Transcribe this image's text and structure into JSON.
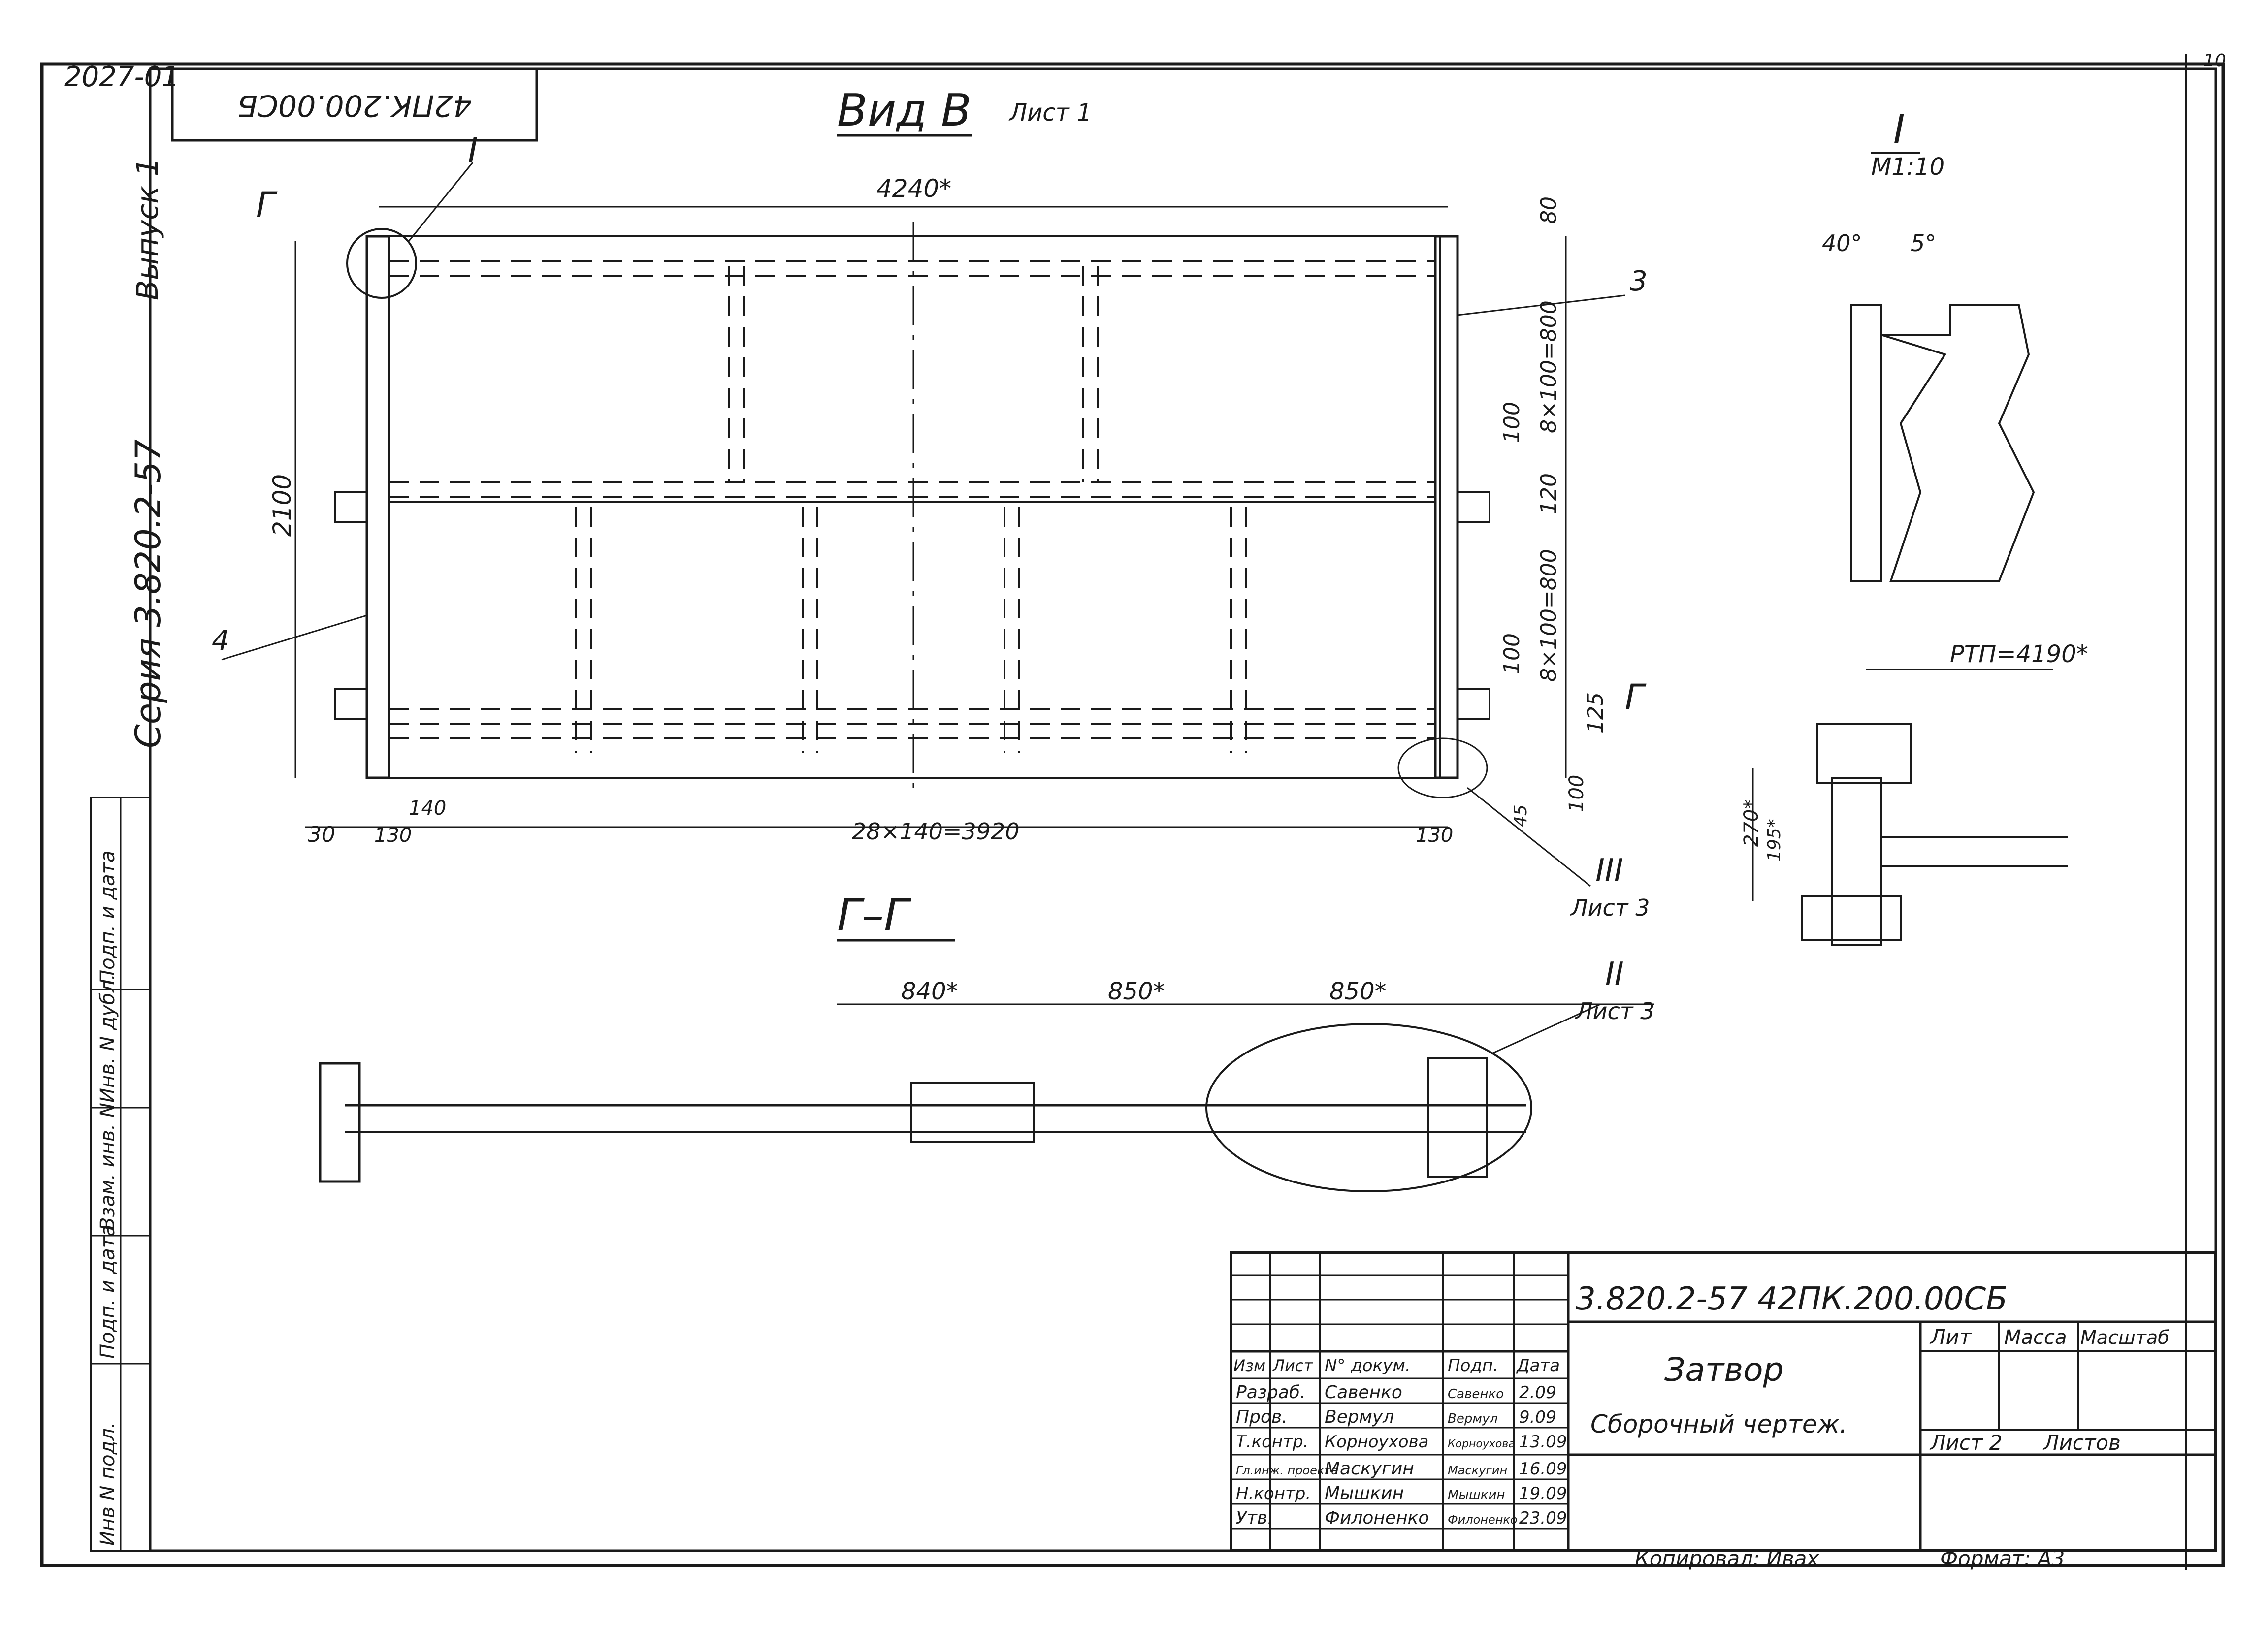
{
  "sheet": {
    "corner_code": "2027-01",
    "top_right_number": "10",
    "stamp_code_rotated": "42ПК.200.00СБ",
    "series": "Серия 3.820.2-57",
    "issue": "Выпуск 1"
  },
  "side_strip": {
    "cells": [
      "Инв N подл.",
      "Подп. и дата",
      "Взам. инв. N",
      "Инв. N дубл.",
      "Подп. и дата"
    ]
  },
  "view_b": {
    "title": "Вид В",
    "sheet_ref": "Лист 1",
    "dims": {
      "overall_width": "4240*",
      "overall_height": "2100",
      "top_gap": "80",
      "upper_pitch": "8×100=800",
      "upper_small": "100",
      "mid_gap": "120",
      "lower_small": "100",
      "lower_pitch": "8×100=800",
      "bottom_gap": "125",
      "bottom_edge": "100",
      "bottom_45": "45",
      "left_30": "30",
      "left_130": "130",
      "left_140": "140",
      "bottom_pitch": "28×140=3920",
      "right_130": "130"
    },
    "callouts": {
      "detail_i": "I",
      "section_mark": "Г",
      "item_3": "3",
      "item_4": "4",
      "detail_iii": "III",
      "detail_iii_sheet": "Лист 3"
    }
  },
  "section_gg": {
    "title": "Г–Г",
    "dims": [
      "840*",
      "850*",
      "850*"
    ],
    "callout_ii": "II",
    "callout_ii_sheet": "Лист 3"
  },
  "detail_i": {
    "title": "I",
    "scale": "М1:10",
    "angle_1": "40°",
    "angle_2": "5°"
  },
  "detail_section": {
    "label": "РТП=4190*",
    "dim_1": "270*",
    "dim_2": "195*"
  },
  "title_block": {
    "doc_code": "3.820.2-57   42ПК.200.00СБ",
    "name": "Затвор",
    "subtitle": "Сборочный чертеж.",
    "header_row": [
      "Изм",
      "Лист",
      "N° докум.",
      "Подп.",
      "Дата"
    ],
    "rows": [
      {
        "role": "Разраб.",
        "name": "Савенко",
        "sign": "Савенко",
        "date": "2.09"
      },
      {
        "role": "Пров.",
        "name": "Вермул",
        "sign": "Вермул",
        "date": "9.09"
      },
      {
        "role": "Т.контр.",
        "name": "Корноухова",
        "sign": "Корноухова",
        "date": "13.09"
      },
      {
        "role": "Гл.инж. проекта",
        "name": "Маскугин",
        "sign": "Маскугин",
        "date": "16.09"
      },
      {
        "role": "Н.контр.",
        "name": "Мышкин",
        "sign": "Мышкин",
        "date": "19.09"
      },
      {
        "role": "Утв.",
        "name": "Филоненко",
        "sign": "Филоненко",
        "date": "23.09"
      }
    ],
    "lit_label": "Лит",
    "mass_label": "Масса",
    "scale_label": "Масштаб",
    "sheet_label": "Лист 2",
    "sheets_label": "Листов",
    "copied": "Копировал: Ивах",
    "format": "Формат: А3"
  }
}
